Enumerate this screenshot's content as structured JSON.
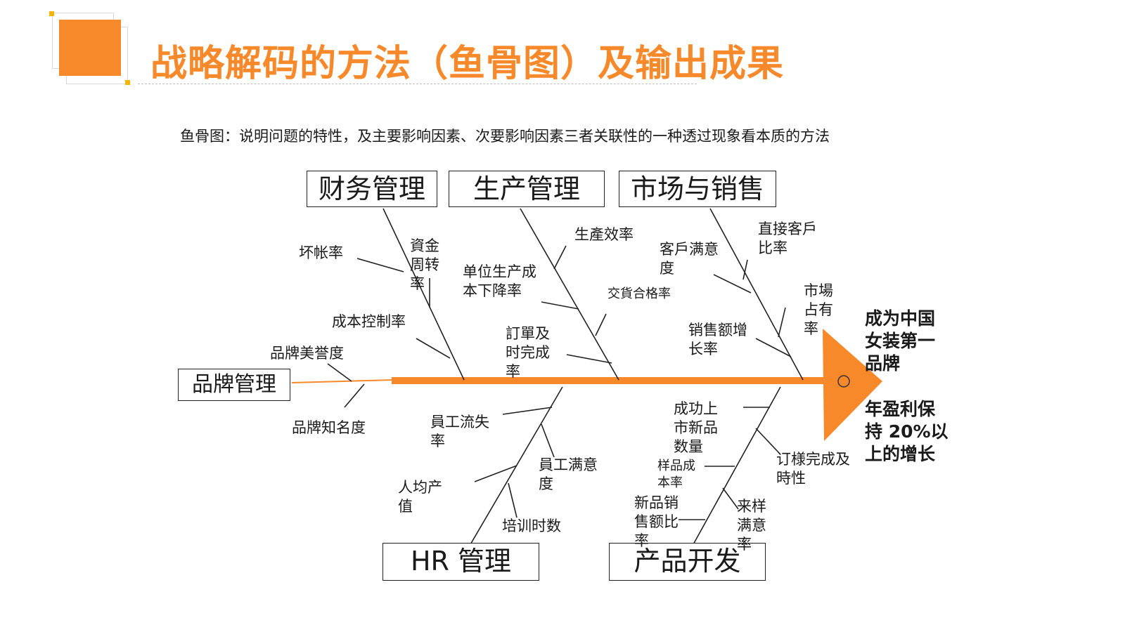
{
  "title": "战略解码的方法（鱼骨图）及输出成果",
  "subtitle": "鱼骨图：说明问题的特性，及主要影响因素、次要影响因素三者关联性的一种透过现象看本质的方法",
  "categories": {
    "finance": "财务管理",
    "production": "生产管理",
    "market": "市场与销售",
    "brand": "品牌管理",
    "hr": "HR 管理",
    "product": "产品开发"
  },
  "factors": {
    "bad_debt": "坏帐率",
    "capital_turnover": "資金周转率",
    "cost_control": "成本控制率",
    "brand_reputation": "品牌美誉度",
    "brand_awareness": "品牌知名度",
    "production_efficiency": "生產效率",
    "unit_cost_reduction": "单位生产成本下降率",
    "delivery_pass": "交貨合格率",
    "order_on_time": "訂單及时完成率",
    "customer_satisfaction": "客戶满意度",
    "direct_customer_ratio": "直接客戶比率",
    "market_share": "市場占有率",
    "sales_growth": "销售额增长率",
    "staff_turnover": "員工流失率",
    "staff_satisfaction": "員工满意度",
    "per_capita_output": "人均产值",
    "training_hours": "培训时数",
    "new_products_launched": "成功上市新品数量",
    "sample_cost_rate": "样品成本率",
    "sample_order_timeliness": "订様完成及時性",
    "new_product_sales_ratio": "新品销售额比率",
    "sample_satisfaction": "来样满意率"
  },
  "goal": {
    "line1": "成为中国女装第一品牌",
    "line2": "年盈利保持 20%以上的增长"
  },
  "colors": {
    "accent": "#f7892a",
    "accent_yellow": "#f5b400",
    "text": "#1a1a1a",
    "rule": "#bdbdbd"
  }
}
